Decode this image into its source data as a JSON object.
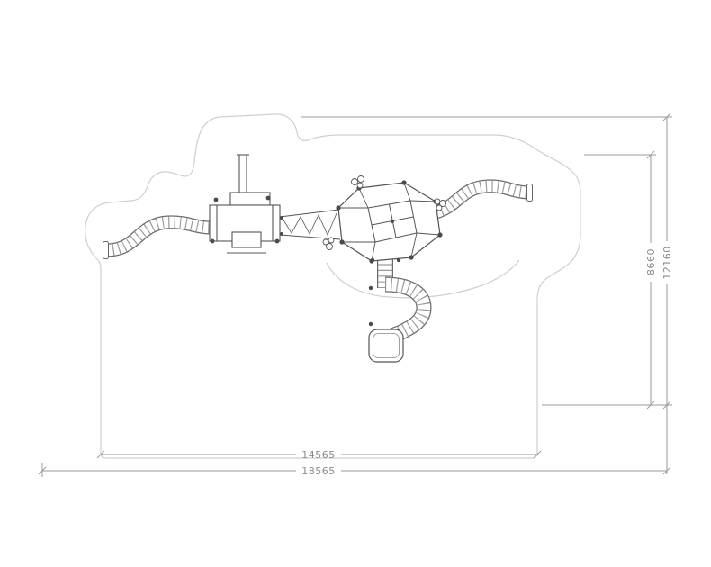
{
  "colors": {
    "background": "#ffffff",
    "safety_outline": "#cfcfcf",
    "equipment_line": "#555555",
    "dimension_line": "#9a9a9a",
    "dimension_text": "#8a8a8a"
  },
  "drawing": {
    "dimensions": {
      "bottom_inner": "14565",
      "bottom_outer": "18565",
      "right_inner": "8660",
      "right_outer": "12160"
    }
  }
}
